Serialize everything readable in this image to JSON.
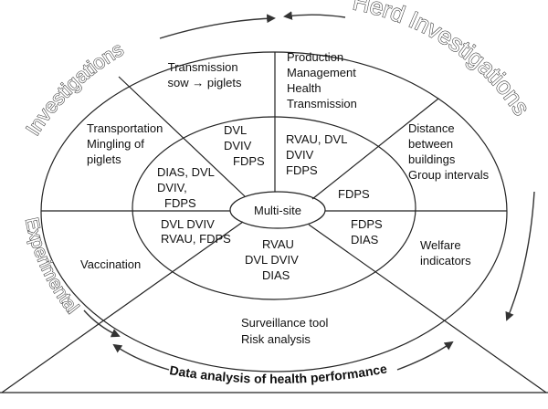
{
  "arc_labels": {
    "investigations": "Investigations",
    "herd_investigations": "Herd Investigations",
    "experimental": "Experimental",
    "data_analysis": "Data analysis of health performance"
  },
  "center": "Multi-site",
  "outer_sectors": {
    "top_left": [
      "Transmission",
      "sow → piglets"
    ],
    "top_right": [
      "Production",
      "Management",
      "Health",
      "Transmission"
    ],
    "upper_left": [
      "Transportation",
      "Mingling of",
      "piglets"
    ],
    "upper_right": [
      "Distance",
      "between",
      "buildings",
      "Group intervals"
    ],
    "lower_left": [
      "Vaccination"
    ],
    "lower_right": [
      "Welfare",
      "indicators"
    ],
    "bottom": [
      "Surveillance tool",
      "Risk analysis"
    ]
  },
  "inner_sectors": {
    "top_left": [
      "DVL",
      "DVIV",
      "FDPS"
    ],
    "top_right": [
      "RVAU, DVL",
      "DVIV",
      "FDPS"
    ],
    "left": [
      "DIAS, DVL",
      "DVIV,",
      "FDPS"
    ],
    "right": [
      "FDPS"
    ],
    "lower_left": [
      "DVL  DVIV",
      "RVAU, FDPS"
    ],
    "lower_right": [
      "FDPS",
      "DIAS"
    ],
    "bottom": [
      "RVAU",
      "DVL  DVIV",
      "DIAS"
    ]
  }
}
